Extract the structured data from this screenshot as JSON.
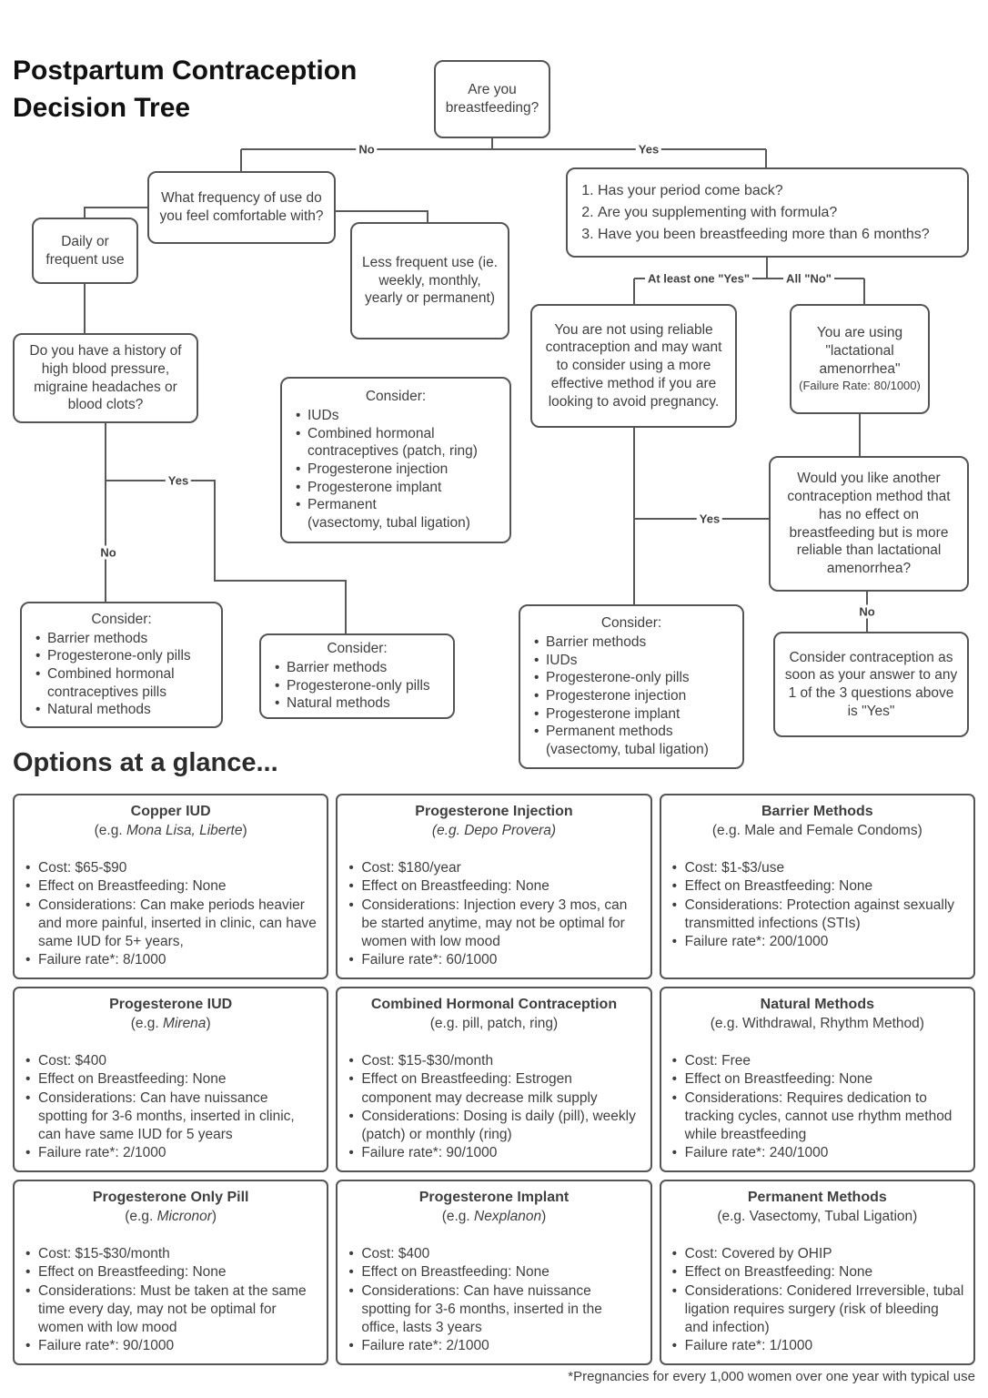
{
  "title": "Postpartum Contraception Decision Tree",
  "colors": {
    "box_border": "#555555",
    "text": "#3f3f3f",
    "heading": "#111111"
  },
  "flow": {
    "labels": {
      "no": "No",
      "yes": "Yes",
      "at_least_one_yes": "At least one \"Yes\"",
      "all_no": "All \"No\""
    },
    "nodes": {
      "breastfeeding": {
        "text": "Are you breastfeeding?"
      },
      "frequency": {
        "text": "What frequency of use do you feel comfortable with?"
      },
      "daily": {
        "text": "Daily or frequent use"
      },
      "less_frequent": {
        "text": "Less frequent use (ie. weekly, monthly, yearly or permanent)"
      },
      "history": {
        "text": "Do you have a history of high blood pressure, migraine headaches or blood clots?"
      },
      "consider_less": {
        "title": "Consider:",
        "items": [
          "IUDs",
          "Combined hormonal\ncontraceptives (patch, ring)",
          "Progesterone injection",
          "Progesterone implant",
          "Permanent\n(vasectomy, tubal ligation)"
        ]
      },
      "questions": {
        "items": [
          "Has your period come back?",
          "Are you supplementing with formula?",
          "Have you been breastfeeding more than 6 months?"
        ]
      },
      "not_reliable": {
        "text": "You are not using reliable contraception and may want to consider using a more effective method if you are looking to avoid pregnancy."
      },
      "lactational": {
        "text": "You are using \"lactational amenorrhea\"",
        "subtext": "(Failure Rate: 80/1000)"
      },
      "would_like": {
        "text": "Would you like another contraception method that has no effect on breastfeeding but is more reliable than lactational amenorrhea?"
      },
      "consider_daily_no": {
        "title": "Consider:",
        "items": [
          "Barrier methods",
          "Progesterone-only pills",
          "Combined hormonal\ncontraceptives pills",
          "Natural methods"
        ]
      },
      "consider_daily_yes": {
        "title": "Consider:",
        "items": [
          "Barrier methods",
          "Progesterone-only pills",
          "Natural methods"
        ]
      },
      "consider_breastfeeding": {
        "title": "Consider:",
        "items": [
          "Barrier methods",
          "IUDs",
          "Progesterone-only pills",
          "Progesterone injection",
          "Progesterone implant",
          "Permanent methods\n(vasectomy, tubal ligation)"
        ]
      },
      "consider_asap": {
        "text": "Consider contraception as soon as your answer to any 1 of the 3 questions above is \"Yes\""
      }
    }
  },
  "options": {
    "heading": "Options at a glance...",
    "footnote": "*Pregnancies for every 1,000 women over one year with typical use",
    "cards": [
      {
        "title": "Copper IUD",
        "sub_prefix": "(e.g. ",
        "sub_italic": "Mona Lisa, Liberte",
        "sub_suffix": ")",
        "bullets": [
          "Cost: $65-$90",
          "Effect on Breastfeeding: None",
          "Considerations: Can make periods heavier and more painful, inserted in clinic, can have same IUD for 5+ years,",
          "Failure rate*: 8/1000"
        ]
      },
      {
        "title": "Progesterone Injection",
        "sub_prefix": "",
        "sub_italic": "(e.g. Depo Provera)",
        "sub_suffix": "",
        "bullets": [
          "Cost: $180/year",
          "Effect on Breastfeeding: None",
          "Considerations: Injection every 3 mos, can be started anytime, may not be optimal for women with low mood",
          "Failure rate*: 60/1000"
        ]
      },
      {
        "title": "Barrier Methods",
        "sub_prefix": "(e.g. Male and Female Condoms)",
        "sub_italic": "",
        "sub_suffix": "",
        "bullets": [
          "Cost: $1-$3/use",
          "Effect on Breastfeeding: None",
          "Considerations: Protection against sexually transmitted infections (STIs)",
          "Failure rate*: 200/1000"
        ]
      },
      {
        "title": "Progesterone IUD",
        "sub_prefix": "(e.g. ",
        "sub_italic": "Mirena",
        "sub_suffix": ")",
        "bullets": [
          "Cost: $400",
          "Effect on Breastfeeding: None",
          "Considerations: Can have nuissance spotting for 3-6 months, inserted in clinic, can have same IUD for 5 years",
          "Failure rate*: 2/1000"
        ]
      },
      {
        "title": "Combined Hormonal Contraception",
        "sub_prefix": "(e.g. pill, patch, ring)",
        "sub_italic": "",
        "sub_suffix": "",
        "bullets": [
          "Cost: $15-$30/month",
          "Effect on Breastfeeding: Estrogen component may decrease milk supply",
          "Considerations: Dosing is daily (pill), weekly (patch) or monthly (ring)",
          "Failure rate*: 90/1000"
        ]
      },
      {
        "title": "Natural Methods",
        "sub_prefix": "(e.g. Withdrawal, Rhythm Method)",
        "sub_italic": "",
        "sub_suffix": "",
        "bullets": [
          "Cost: Free",
          "Effect on Breastfeeding: None",
          "Considerations: Requires dedication to tracking cycles, cannot use rhythm method while breastfeeding",
          "Failure rate*: 240/1000"
        ]
      },
      {
        "title": "Progesterone Only Pill",
        "sub_prefix": "(e.g. ",
        "sub_italic": "Micronor",
        "sub_suffix": ")",
        "bullets": [
          "Cost: $15-$30/month",
          "Effect on Breastfeeding: None",
          "Considerations: Must be taken at the same time every day, may not be optimal for women with low mood",
          "Failure rate*: 90/1000"
        ]
      },
      {
        "title": "Progesterone Implant",
        "sub_prefix": "(e.g. ",
        "sub_italic": "Nexplanon",
        "sub_suffix": ")",
        "bullets": [
          "Cost: $400",
          "Effect on Breastfeeding: None",
          "Considerations: Can have nuissance spotting for 3-6 months, inserted in the office, lasts 3 years",
          "Failure rate*: 2/1000"
        ]
      },
      {
        "title": "Permanent Methods",
        "sub_prefix": "(e.g. Vasectomy, Tubal Ligation)",
        "sub_italic": "",
        "sub_suffix": "",
        "bullets": [
          "Cost: Covered by OHIP",
          "Effect on Breastfeeding: None",
          "Considerations: Conidered Irreversible, tubal ligation requires surgery (risk of bleeding and infection)",
          "Failure rate*: 1/1000"
        ]
      }
    ]
  }
}
